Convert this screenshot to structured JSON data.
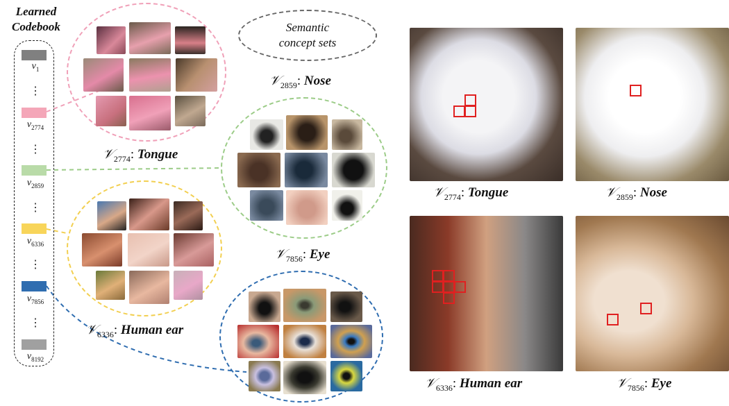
{
  "codebook": {
    "title_line1": "Learned",
    "title_line2": "Codebook",
    "entries": [
      {
        "symbol": "v",
        "sub": "1",
        "color": "#808080"
      },
      {
        "symbol": "v",
        "sub": "2774",
        "color": "#f4a6b8"
      },
      {
        "symbol": "v",
        "sub": "2859",
        "color": "#b9dba8"
      },
      {
        "symbol": "v",
        "sub": "6336",
        "color": "#f8d55a"
      },
      {
        "symbol": "v",
        "sub": "7856",
        "color": "#2f6db0"
      },
      {
        "symbol": "v",
        "sub": "8192",
        "color": "#a0a0a0"
      }
    ],
    "ellipsis": "⋮"
  },
  "semantic_label": {
    "line1": "Semantic",
    "line2": "concept sets"
  },
  "clusters": [
    {
      "id": "tongue",
      "symbol": "𝒱",
      "sub": "2774",
      "name": "Tongue",
      "border_color": "#f0a0b8"
    },
    {
      "id": "nose",
      "symbol": "𝒱",
      "sub": "2859",
      "name": "Nose",
      "border_color": "#9ccc88"
    },
    {
      "id": "ear",
      "symbol": "𝒱",
      "sub": "6336",
      "name": "Human ear",
      "border_color": "#f2cf50"
    },
    {
      "id": "eye",
      "symbol": "𝒱",
      "sub": "7856",
      "name": "Eye",
      "border_color": "#2f6db0"
    }
  ],
  "photos": [
    {
      "id": "dog-tongue",
      "symbol": "𝒱",
      "sub": "2774",
      "name": "Tongue"
    },
    {
      "id": "dog-nose",
      "symbol": "𝒱",
      "sub": "2859",
      "name": "Nose"
    },
    {
      "id": "man-ear",
      "symbol": "𝒱",
      "sub": "6336",
      "name": "Human ear"
    },
    {
      "id": "cat-eye",
      "symbol": "𝒱",
      "sub": "7856",
      "name": "Eye"
    }
  ]
}
